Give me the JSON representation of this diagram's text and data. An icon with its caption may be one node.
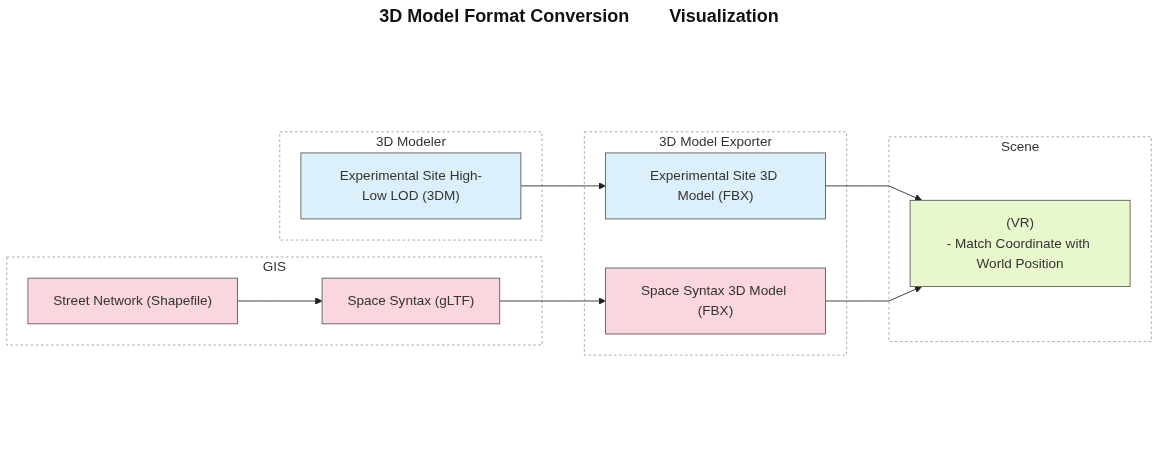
{
  "diagram": {
    "nodes": [
      {
        "text": [
          "3D Modeler"
        ]
      },
      {
        "text": [
          "Experimental Site High-Low LOD (3DM)"
        ],
        "in": 0
      },
      {
        "text": [
          "GIS"
        ]
      },
      {
        "text": [
          "Street Network (Shapefile)"
        ],
        "in": 2
      },
      {
        "text": [
          "Space Syntax (gLTF)"
        ],
        "in": 2
      },
      {
        "text": [
          "3D Model Exporter"
        ]
      },
      {
        "text": [
          "Experimental Site 3D Model (FBX)"
        ],
        "in": 5
      },
      {
        "text": [
          "Space Syntax 3D Model (FBX)"
        ],
        "in": 5
      },
      {
        "text": [
          "Scene"
        ]
      },
      {
        "text": [
          "(VR)",
          "- Match Coordinate with World Position"
        ],
        "in": 8
      }
    ],
    "edges": [
      {
        "from": 1,
        "to": 6,
        "arrow": "to"
      },
      {
        "from": 3,
        "to": 4,
        "arrow": "to"
      },
      {
        "from": 4,
        "to": 7,
        "arrow": "to"
      },
      {
        "from": 6,
        "to": 9,
        "arrow": "to"
      },
      {
        "from": 7,
        "to": 9,
        "arrow": "to"
      }
    ],
    "labels": [
      "3D Model Format Conversion",
      "Visualization"
    ]
  }
}
